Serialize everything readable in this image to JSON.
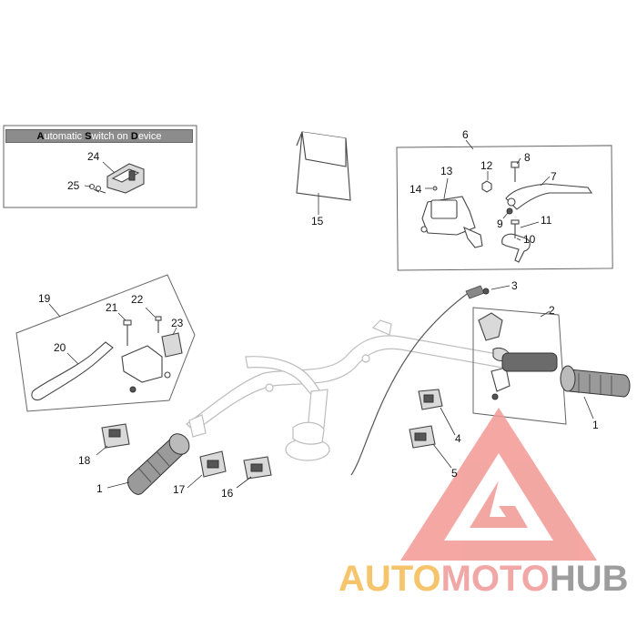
{
  "inset": {
    "title_parts": [
      {
        "text": "A",
        "key": true
      },
      {
        "text": "utomatic ",
        "key": false
      },
      {
        "text": "S",
        "key": true
      },
      {
        "text": "witch on ",
        "key": false
      },
      {
        "text": "D",
        "key": true
      },
      {
        "text": "evice",
        "key": false
      }
    ]
  },
  "callouts": {
    "c1_left": "1",
    "c1_right": "1",
    "c2": "2",
    "c3": "3",
    "c4": "4",
    "c5": "5",
    "c6": "6",
    "c7": "7",
    "c8": "8",
    "c9": "9",
    "c10": "10",
    "c11": "11",
    "c12": "12",
    "c13": "13",
    "c14": "14",
    "c15": "15",
    "c16": "16",
    "c17": "17",
    "c18": "18",
    "c19": "19",
    "c20": "20",
    "c21": "21",
    "c22": "22",
    "c23": "23",
    "c24": "24",
    "c25": "25"
  },
  "watermark": {
    "part_a": "AUTO",
    "part_b": "MOTO",
    "part_c": "HUB",
    "colors": {
      "auto": "#f6c46a",
      "moto": "#f0a7a5",
      "hub": "#9d9d9d",
      "triangle": "#ef8f8c"
    }
  }
}
